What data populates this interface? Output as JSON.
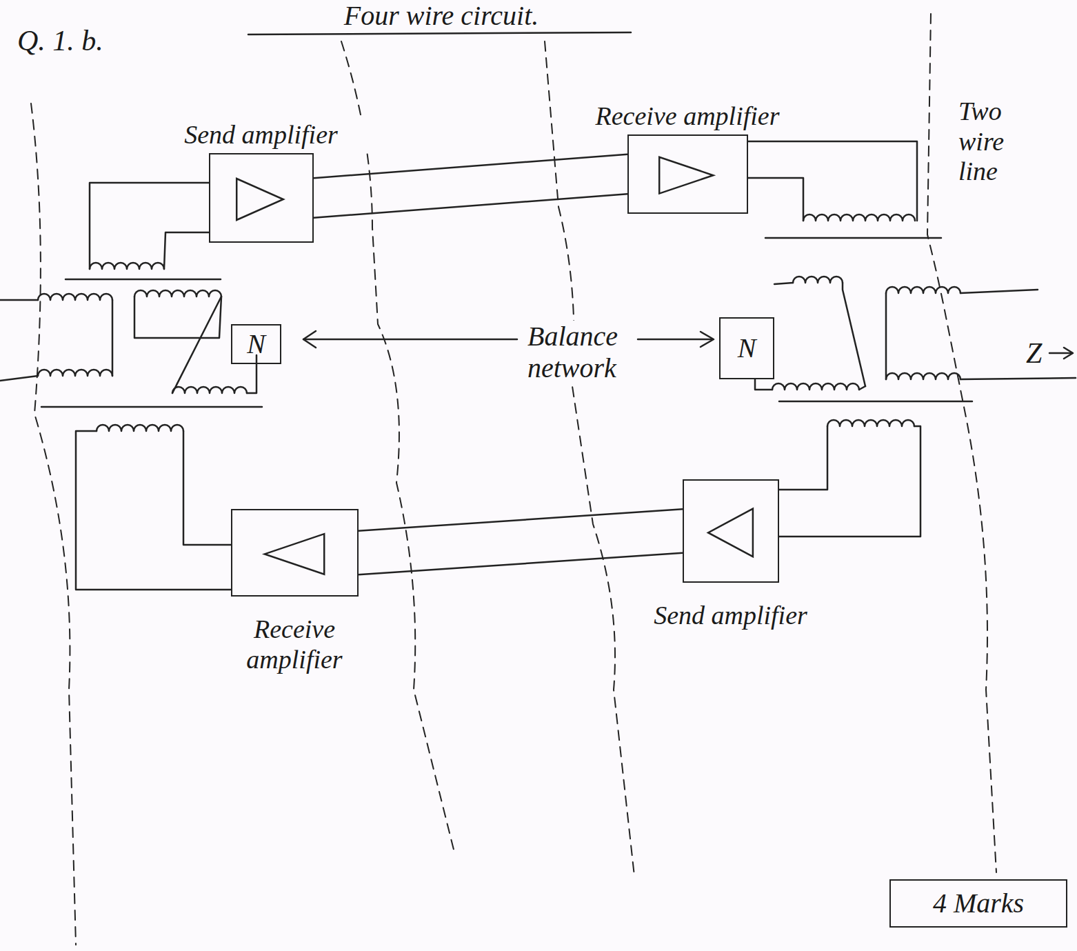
{
  "diagram": {
    "title": "Four wire circuit.",
    "nodes": [
      {
        "text": [
          "Send amplifier"
        ]
      },
      {
        "text": [
          "Receive amplifier"
        ]
      },
      {
        "text": [
          "N"
        ]
      },
      {
        "text": [
          "N"
        ]
      },
      {
        "text": [
          "Receive amplifier"
        ]
      },
      {
        "text": [
          "Send amplifier"
        ]
      },
      {
        "text": [
          "4 Marks"
        ]
      }
    ],
    "edges": [
      {
        "from": 0,
        "to": 1,
        "arrow": "none"
      },
      {
        "from": 5,
        "to": 4,
        "arrow": "none"
      }
    ],
    "labels": [
      "Q. 1. b.",
      "Balance network",
      "Two wire line",
      "Z"
    ]
  }
}
